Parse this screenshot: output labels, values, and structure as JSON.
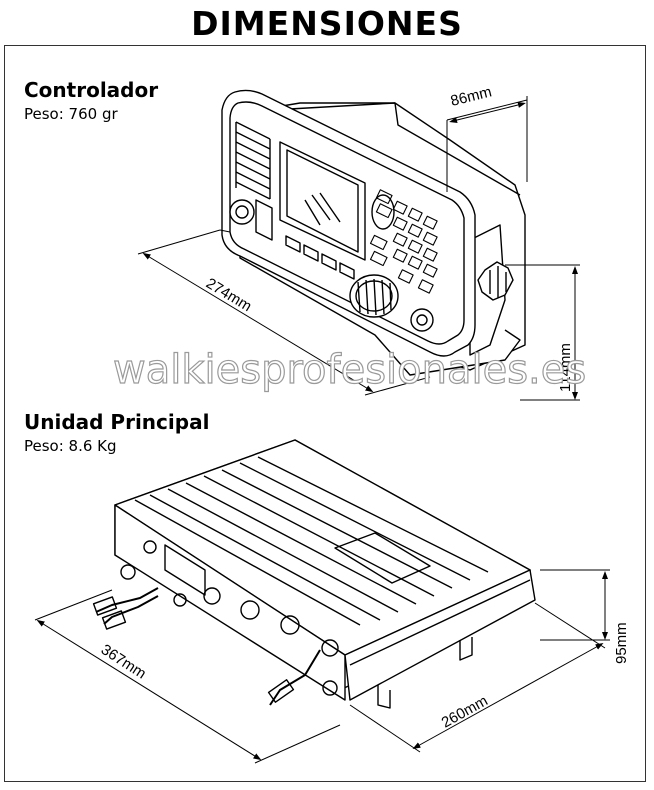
{
  "title": "DIMENSIONES",
  "controller": {
    "heading": "Controlador",
    "weight": "Peso: 760 gr",
    "dim_depth": "86mm",
    "dim_width": "274mm",
    "dim_height": "114mm"
  },
  "main_unit": {
    "heading": "Unidad Principal",
    "weight": "Peso: 8.6 Kg",
    "dim_width": "367mm",
    "dim_depth": "260mm",
    "dim_height": "95mm"
  },
  "watermark": "walkiesprofesionales.es"
}
